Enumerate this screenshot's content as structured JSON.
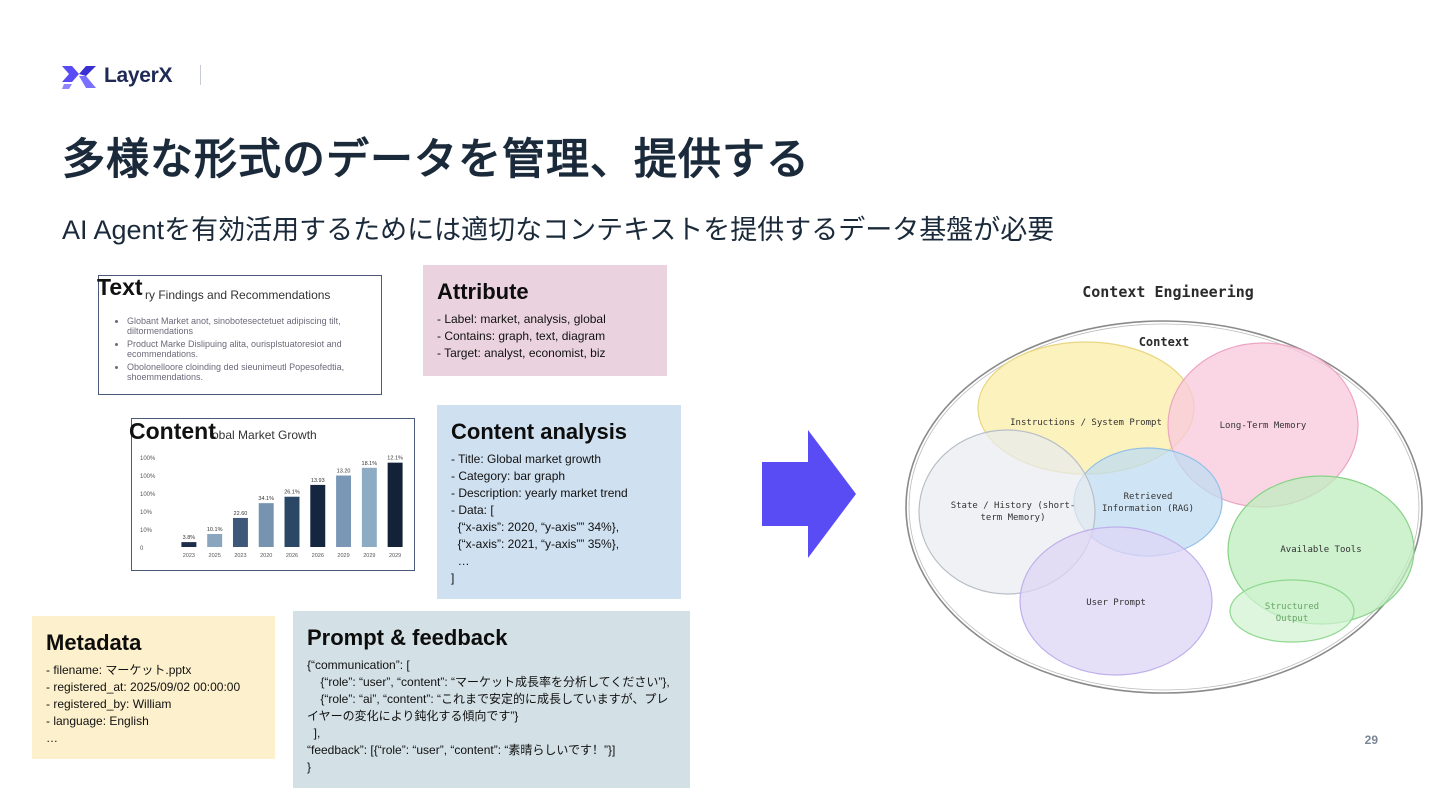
{
  "header": {
    "logo_text": "LayerX",
    "title": "多様な形式のデータを管理、提供する",
    "subtitle": "AI Agentを有効活用するためには適切なコンテキストを提供するデータ基盤が必要"
  },
  "text_doc": {
    "label": "Text",
    "doc_title": "ry Findings and Recommendations",
    "bullets": [
      "Globant Market anot, sinobotesectetuet adipiscing tilt, diltormendations",
      "Product Marke Dislipuing alita, ourisplstuatoresiot and ecommendations.",
      "Obolonelloore cloinding ded sieunimeutl Popesofedtia, shoemmendations."
    ]
  },
  "content_doc": {
    "label": "Content",
    "chart_title": "obal Market Growth",
    "chart_data": {
      "type": "bar",
      "categories": [
        "2023",
        "2025",
        "2023",
        "2020",
        "2026",
        "2026",
        "2029",
        "2029",
        "2029"
      ],
      "values": [
        3.8,
        10.1,
        22.6,
        34.1,
        39.1,
        48.3,
        55.6,
        61.6,
        65.6
      ],
      "data_labels": [
        "3.8%",
        "10.1%",
        "22.60",
        "34.1%",
        "26.1%",
        "13.93",
        "13.20",
        "18.1%",
        "12.1%"
      ],
      "y_tick_labels": [
        "0",
        "10%",
        "10%",
        "100%",
        "100%",
        "100%"
      ],
      "ylim": [
        0,
        70
      ],
      "colors": [
        "#1c2e4a",
        "#8aa5be",
        "#3d5878",
        "#7693b0",
        "#2b4766",
        "#152540",
        "#7a98b6",
        "#8eabc4",
        "#142238"
      ]
    }
  },
  "attribute_card": {
    "title": "Attribute",
    "lines": [
      "- Label: market, analysis, global",
      "- Contains: graph, text, diagram",
      "- Target: analyst, economist, biz"
    ],
    "bg": "#ead3de"
  },
  "content_analysis_card": {
    "title": "Content analysis",
    "lines": [
      "- Title: Global market growth",
      "- Category: bar graph",
      "- Description: yearly market trend",
      "- Data: [",
      "  {“x-axis”: 2020, “y-axis”” 34%},",
      "  {“x-axis”: 2021, “y-axis”” 35%},",
      "  …",
      "]"
    ],
    "bg": "#cfe0f0"
  },
  "metadata_card": {
    "title": "Metadata",
    "lines": [
      "- filename: マーケット.pptx",
      "- registered_at: 2025/09/02 00:00:00",
      "- registered_by: William",
      "- language: English",
      "…"
    ],
    "bg": "#fdf0cc"
  },
  "prompt_card": {
    "title": "Prompt & feedback",
    "lines": [
      "{“communication”: [",
      "    {“role”: “user”, “content”: “マーケット成長率を分析してください”},",
      "    {“role”: “ai”, “content”: “これまで安定的に成長していますが、プレ",
      "イヤーの変化により鈍化する傾向です”}",
      "  ],",
      "“feedback”: [{“role”: “user”, “content”: “素晴らしいです！”}]",
      "}"
    ],
    "bg": "#d3e0e5"
  },
  "arrow": {
    "color": "#5a4cf5"
  },
  "diagram": {
    "title": "Context Engineering",
    "context_label": "Context",
    "circles": [
      {
        "label": "Instructions / System Prompt",
        "fill": "#fbeea8"
      },
      {
        "label": "Long-Term Memory",
        "fill": "#f8c8dc"
      },
      {
        "label": "Retrieved Information (RAG)",
        "fill": "#bfdcf2"
      },
      {
        "label": "State / History (short-term Memory)",
        "fill": "#e8ebf0"
      },
      {
        "label": "Available Tools",
        "fill": "#bdecbd"
      },
      {
        "label": "User Prompt",
        "fill": "#ded4f6"
      },
      {
        "label": "Structured Output",
        "fill": "#d0f2d0"
      }
    ]
  },
  "footer": {
    "page_number": "29"
  }
}
